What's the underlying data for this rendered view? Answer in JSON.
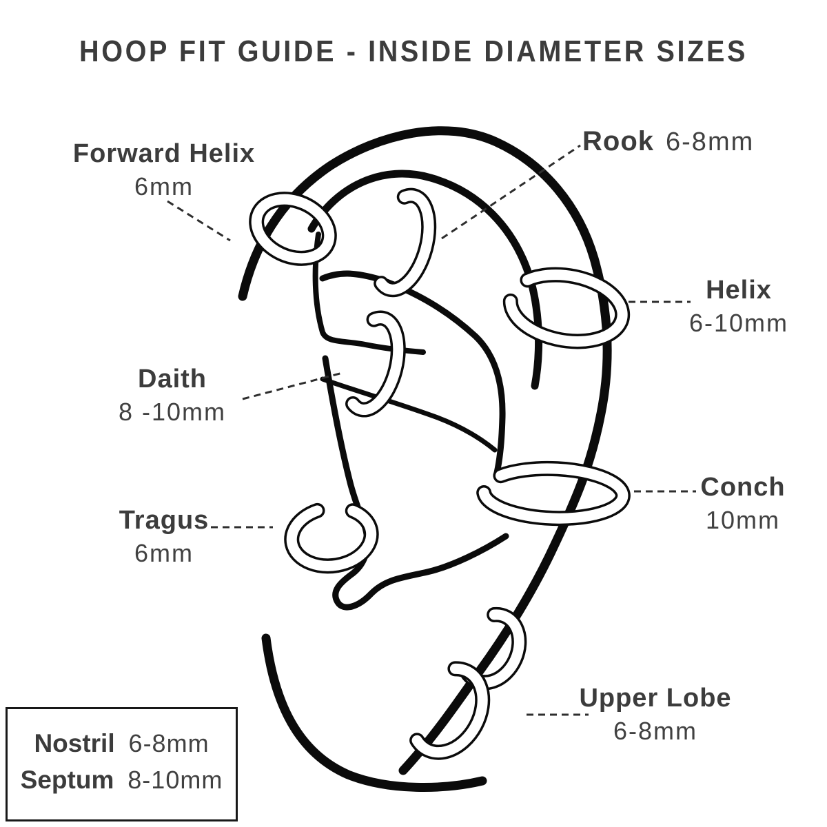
{
  "title": "HOOP FIT GUIDE - INSIDE DIAMETER SIZES",
  "labels": {
    "forward_helix": {
      "name": "Forward Helix",
      "size": "6mm"
    },
    "rook": {
      "name": "Rook",
      "size": "6-8mm"
    },
    "helix": {
      "name": "Helix",
      "size": "6-10mm"
    },
    "daith": {
      "name": "Daith",
      "size": "8 -10mm"
    },
    "tragus": {
      "name": "Tragus",
      "size": "6mm"
    },
    "conch": {
      "name": "Conch",
      "size": "10mm"
    },
    "upper_lobe": {
      "name": "Upper Lobe",
      "size": "6-8mm"
    },
    "nostril": {
      "name": "Nostril",
      "size": "6-8mm"
    },
    "septum": {
      "name": "Septum",
      "size": "8-10mm"
    }
  },
  "colors": {
    "ink": "#0b0b0b",
    "text": "#3c3c3c",
    "leader": "#2e2e2e",
    "background": "#ffffff"
  }
}
